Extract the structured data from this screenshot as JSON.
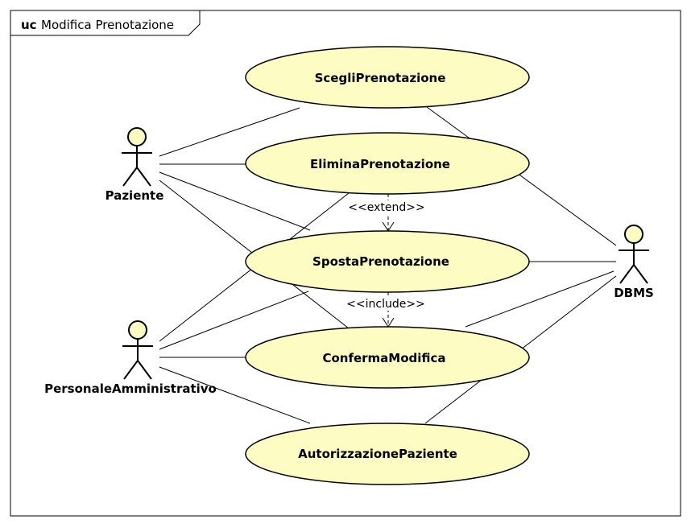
{
  "frame": {
    "keyword": "uc",
    "title": "Modifica Prenotazione"
  },
  "actors": {
    "paziente": "Paziente",
    "personale": "PersonaleAmministrativo",
    "dbms": "DBMS"
  },
  "use_cases": {
    "scegli": "ScegliPrenotazione",
    "elimina": "EliminaPrenotazione",
    "sposta": "SpostaPrenotazione",
    "conferma": "ConfermaModifica",
    "autorizzazione": "AutorizzazionePaziente"
  },
  "stereotypes": {
    "extend": "<<extend>>",
    "include": "<<include>>"
  },
  "colors": {
    "use_case_fill": "#fdfcc3",
    "actor_fill": "#fdfcc3",
    "stroke": "#000000"
  }
}
